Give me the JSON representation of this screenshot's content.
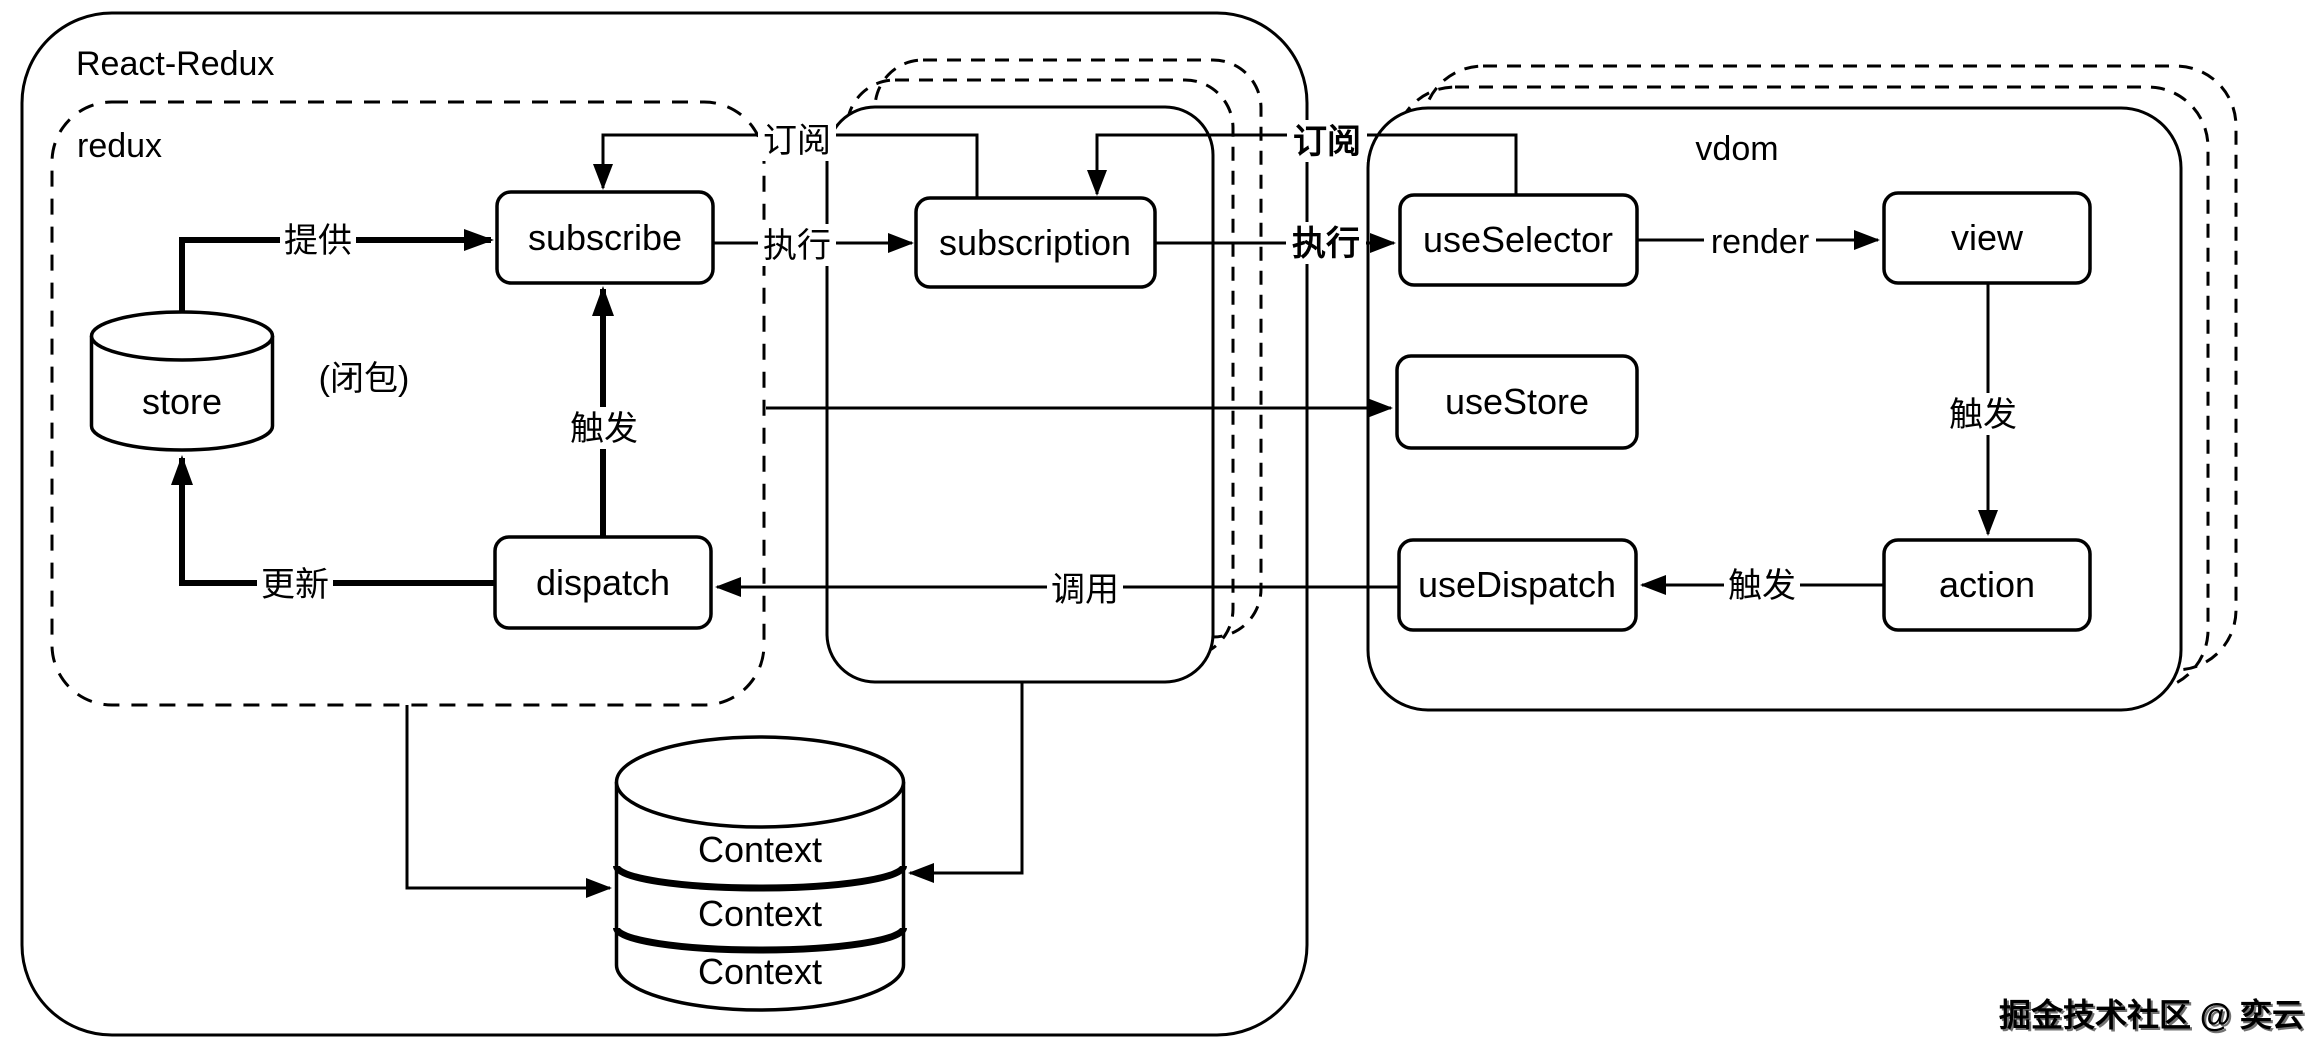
{
  "diagram": {
    "title": "React-Redux architecture",
    "containers": {
      "react_redux": "React-Redux",
      "redux": "redux",
      "vdom": "vdom"
    },
    "nodes": {
      "store": "store",
      "subscribe": "subscribe",
      "dispatch": "dispatch",
      "subscription": "subscription",
      "use_selector": "useSelector",
      "use_store": "useStore",
      "use_dispatch": "useDispatch",
      "view": "view",
      "action": "action",
      "context_1": "Context",
      "context_2": "Context",
      "context_3": "Context"
    },
    "notes": {
      "closure": "(闭包)"
    },
    "edges": {
      "provide": "提供",
      "update": "更新",
      "trigger_subscribe": "触发",
      "subscribe_left": "订阅",
      "execute_left": "执行",
      "subscribe_right": "订阅",
      "execute_right": "执行",
      "invoke": "调用",
      "render": "render",
      "trigger_view": "触发",
      "trigger_action": "触发"
    },
    "watermark": "掘金技术社区 @ 奕云",
    "colors": {
      "ink": "#000000",
      "background": "#ffffff",
      "watermark": "#cccccc"
    }
  }
}
